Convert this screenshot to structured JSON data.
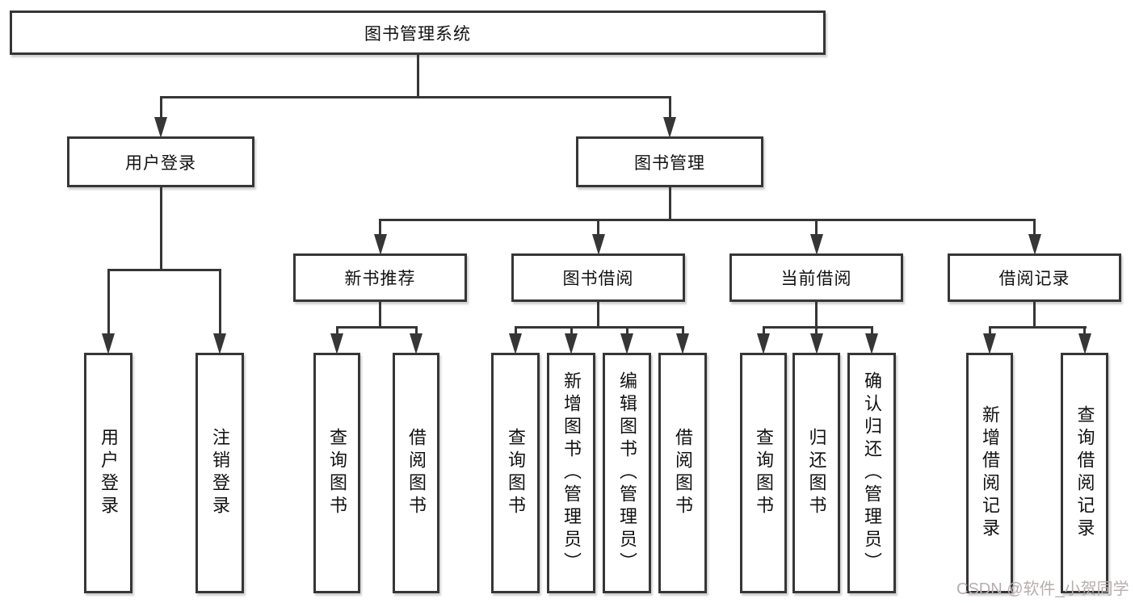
{
  "diagram_type": "functional-structure-tree",
  "colors": {
    "line": "#363636",
    "box_border": "#363636",
    "text": "#111111",
    "background": "#ffffff",
    "watermark": "#b7aeae"
  },
  "tree": {
    "label": "图书管理系统",
    "children": [
      {
        "label": "用户登录",
        "children": [
          {
            "label": "用户登录"
          },
          {
            "label": "注销登录"
          }
        ]
      },
      {
        "label": "图书管理",
        "children": [
          {
            "label": "新书推荐",
            "children": [
              {
                "label": "查询图书"
              },
              {
                "label": "借阅图书"
              }
            ]
          },
          {
            "label": "图书借阅",
            "children": [
              {
                "label": "查询图书"
              },
              {
                "label": "新增图书（管理员）"
              },
              {
                "label": "编辑图书（管理员）"
              },
              {
                "label": "借阅图书"
              }
            ]
          },
          {
            "label": "当前借阅",
            "children": [
              {
                "label": "查询图书"
              },
              {
                "label": "归还图书"
              },
              {
                "label": "确认归还（管理员）"
              }
            ]
          },
          {
            "label": "借阅记录",
            "children": [
              {
                "label": "新增借阅记录"
              },
              {
                "label": "查询借阅记录"
              }
            ]
          }
        ]
      }
    ]
  },
  "watermark": {
    "text": "CSDN @软件_小贺同学"
  }
}
